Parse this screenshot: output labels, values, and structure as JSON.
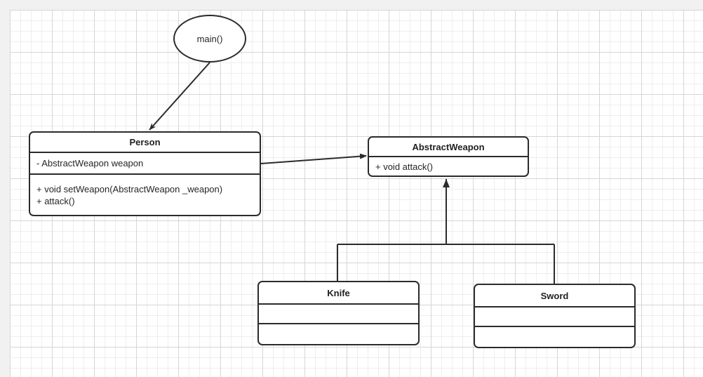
{
  "diagram": {
    "type": "uml-class-diagram",
    "background_color": "#f1f1f1",
    "canvas_color": "#ffffff",
    "grid_minor_color": "#eeeeee",
    "grid_major_color": "#d6d6d6",
    "stroke_color": "#2b2b2b",
    "text_color": "#262626"
  },
  "nodes": {
    "main": {
      "label": "main()",
      "shape": "ellipse"
    },
    "person": {
      "title": "Person",
      "attributes": "- AbstractWeapon weapon",
      "operations": "+ void setWeapon(AbstractWeapon _weapon)\n+ attack()"
    },
    "abstract_weapon": {
      "title": "AbstractWeapon",
      "operations": "+ void attack()"
    },
    "knife": {
      "title": "Knife",
      "attributes": "",
      "operations": ""
    },
    "sword": {
      "title": "Sword",
      "attributes": "",
      "operations": ""
    }
  },
  "edges": [
    {
      "name": "main-to-person",
      "from": "main",
      "to": "person",
      "style": "solid",
      "arrowhead": "filled-open-arrow"
    },
    {
      "name": "person-to-abstractweapon",
      "from": "person",
      "to": "abstract_weapon",
      "style": "solid",
      "arrowhead": "filled-arrow",
      "relationship": "association"
    },
    {
      "name": "knife-to-abstractweapon",
      "from": "knife",
      "to": "abstract_weapon",
      "style": "solid",
      "arrowhead": "filled-triangle",
      "relationship": "generalization"
    },
    {
      "name": "sword-to-abstractweapon",
      "from": "sword",
      "to": "abstract_weapon",
      "style": "solid",
      "arrowhead": "filled-triangle",
      "relationship": "generalization"
    }
  ]
}
